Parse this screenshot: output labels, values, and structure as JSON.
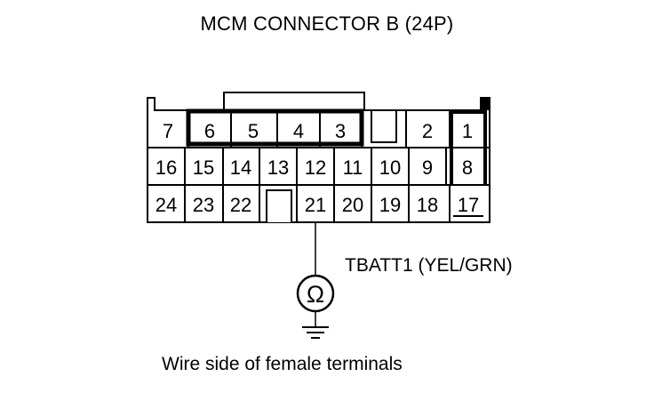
{
  "title": "MCM CONNECTOR B (24P)",
  "wire_label": "TBATT1 (YEL/GRN)",
  "caption": "Wire side of female terminals",
  "meter_symbol": "Ω",
  "terminals": {
    "row1": [
      "7",
      "6",
      "5",
      "4",
      "3",
      "2",
      "1"
    ],
    "row2": [
      "16",
      "15",
      "14",
      "13",
      "12",
      "11",
      "10",
      "9",
      "8"
    ],
    "row3": [
      "24",
      "23",
      "22",
      "21",
      "20",
      "19",
      "18",
      "17"
    ]
  }
}
